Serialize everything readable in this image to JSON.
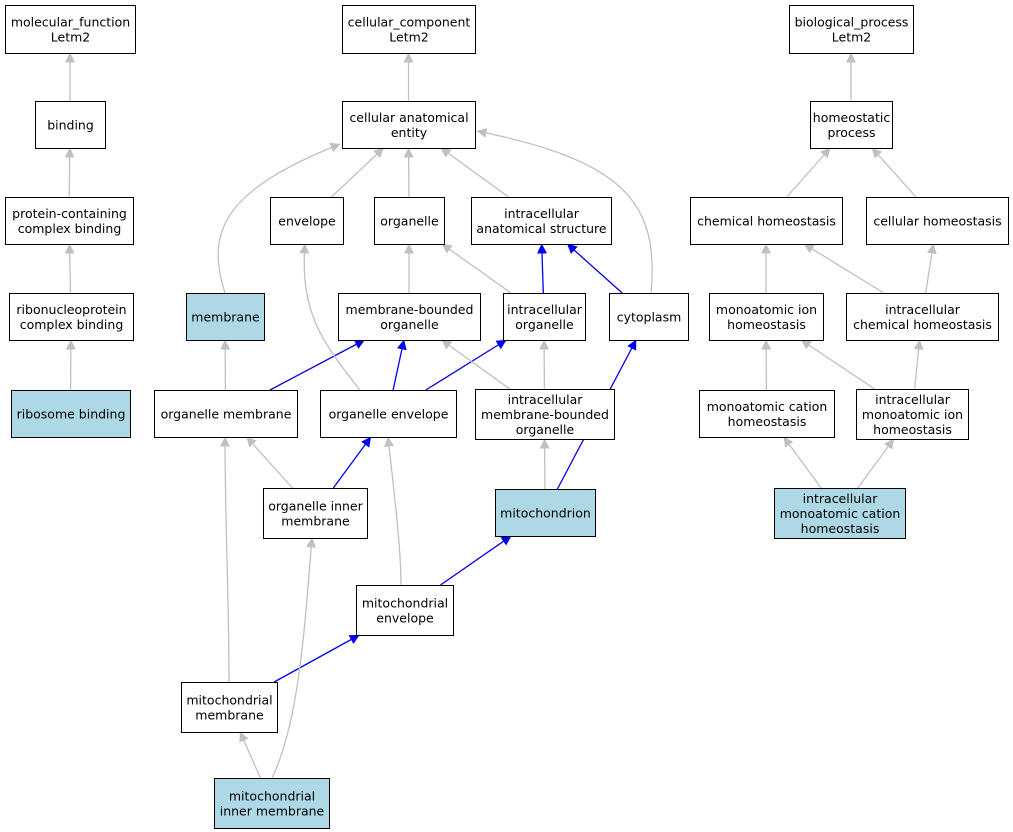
{
  "colors": {
    "highlight_fill": "#add8e6",
    "normal_fill": "#ffffff",
    "is_a_edge": "#c0c0c0",
    "part_of_edge": "#0000ee"
  },
  "nodes": [
    {
      "id": "mf",
      "lines": [
        "molecular_function",
        "Letm2"
      ],
      "highlight": false
    },
    {
      "id": "cc",
      "lines": [
        "cellular_component",
        "Letm2"
      ],
      "highlight": false
    },
    {
      "id": "bp",
      "lines": [
        "biological_process",
        "Letm2"
      ],
      "highlight": false
    },
    {
      "id": "binding",
      "lines": [
        "binding"
      ],
      "highlight": false
    },
    {
      "id": "cae",
      "lines": [
        "cellular anatomical",
        "entity"
      ],
      "highlight": false
    },
    {
      "id": "hp",
      "lines": [
        "homeostatic",
        "process"
      ],
      "highlight": false
    },
    {
      "id": "pccb",
      "lines": [
        "protein-containing",
        "complex binding"
      ],
      "highlight": false
    },
    {
      "id": "env",
      "lines": [
        "envelope"
      ],
      "highlight": false
    },
    {
      "id": "org",
      "lines": [
        "organelle"
      ],
      "highlight": false
    },
    {
      "id": "ias",
      "lines": [
        "intracellular",
        "anatomical structure"
      ],
      "highlight": false
    },
    {
      "id": "ch",
      "lines": [
        "chemical homeostasis"
      ],
      "highlight": false
    },
    {
      "id": "cellh",
      "lines": [
        "cellular homeostasis"
      ],
      "highlight": false
    },
    {
      "id": "rnpcb",
      "lines": [
        "ribonucleoprotein",
        "complex binding"
      ],
      "highlight": false
    },
    {
      "id": "mem",
      "lines": [
        "membrane"
      ],
      "highlight": true
    },
    {
      "id": "mbo",
      "lines": [
        "membrane-bounded",
        "organelle"
      ],
      "highlight": false
    },
    {
      "id": "io",
      "lines": [
        "intracellular",
        "organelle"
      ],
      "highlight": false
    },
    {
      "id": "cyto",
      "lines": [
        "cytoplasm"
      ],
      "highlight": false
    },
    {
      "id": "mih",
      "lines": [
        "monoatomic ion",
        "homeostasis"
      ],
      "highlight": false
    },
    {
      "id": "ich",
      "lines": [
        "intracellular",
        "chemical homeostasis"
      ],
      "highlight": false
    },
    {
      "id": "rb",
      "lines": [
        "ribosome binding"
      ],
      "highlight": true
    },
    {
      "id": "om",
      "lines": [
        "organelle membrane"
      ],
      "highlight": false
    },
    {
      "id": "oe",
      "lines": [
        "organelle envelope"
      ],
      "highlight": false
    },
    {
      "id": "imbo",
      "lines": [
        "intracellular",
        "membrane-bounded",
        "organelle"
      ],
      "highlight": false
    },
    {
      "id": "mch",
      "lines": [
        "monoatomic cation",
        "homeostasis"
      ],
      "highlight": false
    },
    {
      "id": "imih",
      "lines": [
        "intracellular",
        "monoatomic ion",
        "homeostasis"
      ],
      "highlight": false
    },
    {
      "id": "oim",
      "lines": [
        "organelle inner",
        "membrane"
      ],
      "highlight": false
    },
    {
      "id": "mito",
      "lines": [
        "mitochondrion"
      ],
      "highlight": true
    },
    {
      "id": "imch",
      "lines": [
        "intracellular",
        "monoatomic cation",
        "homeostasis"
      ],
      "highlight": true
    },
    {
      "id": "me",
      "lines": [
        "mitochondrial",
        "envelope"
      ],
      "highlight": false
    },
    {
      "id": "mm",
      "lines": [
        "mitochondrial",
        "membrane"
      ],
      "highlight": false
    },
    {
      "id": "mim",
      "lines": [
        "mitochondrial",
        "inner membrane"
      ],
      "highlight": true
    }
  ],
  "edges": [
    {
      "from": "binding",
      "to": "mf",
      "type": "is_a"
    },
    {
      "from": "cae",
      "to": "cc",
      "type": "is_a"
    },
    {
      "from": "hp",
      "to": "bp",
      "type": "is_a"
    },
    {
      "from": "pccb",
      "to": "binding",
      "type": "is_a"
    },
    {
      "from": "rnpcb",
      "to": "pccb",
      "type": "is_a"
    },
    {
      "from": "rb",
      "to": "rnpcb",
      "type": "is_a"
    },
    {
      "from": "env",
      "to": "cae",
      "type": "is_a"
    },
    {
      "from": "org",
      "to": "cae",
      "type": "is_a"
    },
    {
      "from": "ias",
      "to": "cae",
      "type": "is_a"
    },
    {
      "from": "mem",
      "to": "cae",
      "type": "is_a"
    },
    {
      "from": "cyto",
      "to": "cae",
      "type": "is_a"
    },
    {
      "from": "mbo",
      "to": "org",
      "type": "is_a"
    },
    {
      "from": "io",
      "to": "org",
      "type": "is_a"
    },
    {
      "from": "io",
      "to": "ias",
      "type": "part_of"
    },
    {
      "from": "cyto",
      "to": "ias",
      "type": "part_of"
    },
    {
      "from": "om",
      "to": "mem",
      "type": "is_a"
    },
    {
      "from": "om",
      "to": "mbo",
      "type": "part_of"
    },
    {
      "from": "oe",
      "to": "mbo",
      "type": "part_of"
    },
    {
      "from": "oe",
      "to": "io",
      "type": "part_of"
    },
    {
      "from": "oe",
      "to": "env",
      "type": "is_a"
    },
    {
      "from": "imbo",
      "to": "mbo",
      "type": "is_a"
    },
    {
      "from": "imbo",
      "to": "io",
      "type": "is_a"
    },
    {
      "from": "oim",
      "to": "om",
      "type": "is_a"
    },
    {
      "from": "oim",
      "to": "oe",
      "type": "part_of"
    },
    {
      "from": "mito",
      "to": "imbo",
      "type": "is_a"
    },
    {
      "from": "mito",
      "to": "cyto",
      "type": "part_of"
    },
    {
      "from": "me",
      "to": "mito",
      "type": "part_of"
    },
    {
      "from": "me",
      "to": "oe",
      "type": "is_a"
    },
    {
      "from": "mm",
      "to": "me",
      "type": "part_of"
    },
    {
      "from": "mm",
      "to": "om",
      "type": "is_a"
    },
    {
      "from": "mim",
      "to": "mm",
      "type": "is_a"
    },
    {
      "from": "mim",
      "to": "oim",
      "type": "is_a"
    },
    {
      "from": "ch",
      "to": "hp",
      "type": "is_a"
    },
    {
      "from": "cellh",
      "to": "hp",
      "type": "is_a"
    },
    {
      "from": "mih",
      "to": "ch",
      "type": "is_a"
    },
    {
      "from": "ich",
      "to": "ch",
      "type": "is_a"
    },
    {
      "from": "ich",
      "to": "cellh",
      "type": "is_a"
    },
    {
      "from": "mch",
      "to": "mih",
      "type": "is_a"
    },
    {
      "from": "imih",
      "to": "mih",
      "type": "is_a"
    },
    {
      "from": "imih",
      "to": "ich",
      "type": "is_a"
    },
    {
      "from": "imch",
      "to": "mch",
      "type": "is_a"
    },
    {
      "from": "imch",
      "to": "imih",
      "type": "is_a"
    }
  ]
}
